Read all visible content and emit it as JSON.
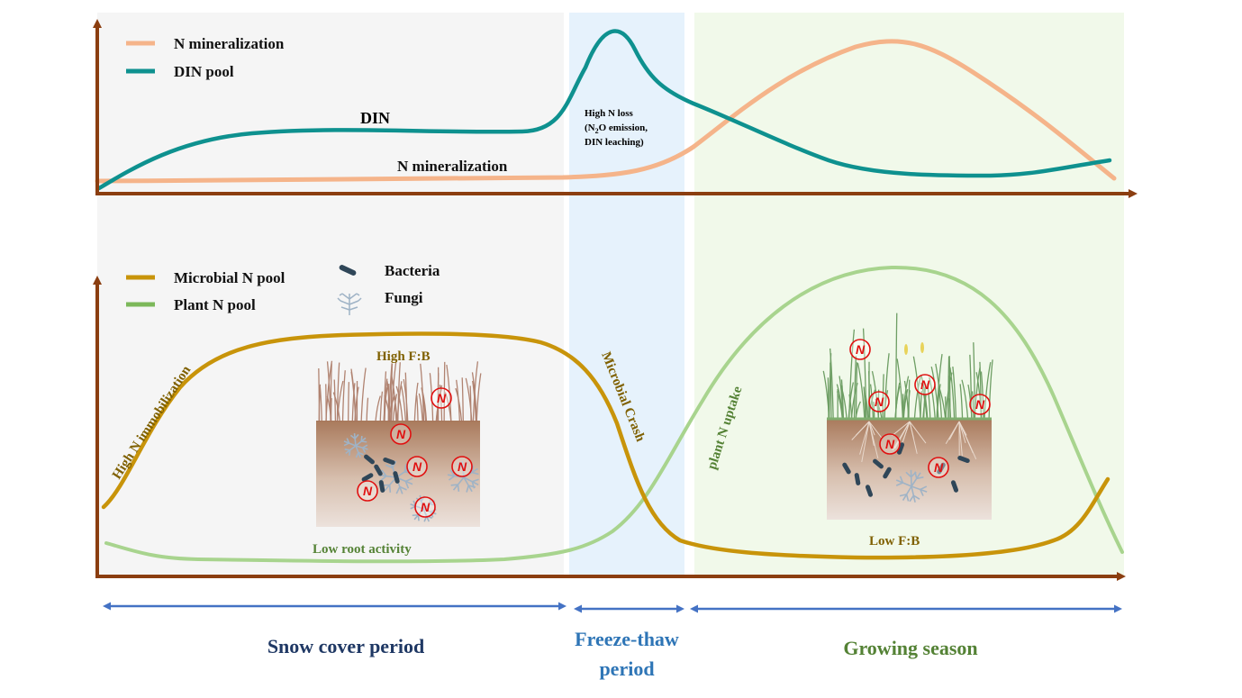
{
  "colors": {
    "axis": "#8b3e10",
    "n_mineralization": "#f5b48a",
    "din_pool": "#0e918f",
    "microbial_n_pool": "#c8940a",
    "plant_n_pool": "#a8d48e",
    "snow_bg": "#f5f5f5",
    "freeze_bg": "#e6f2fc",
    "growing_bg": "#f1f9ea",
    "period_arrow": "#4472c4",
    "snow_label": "#1f3864",
    "freeze_label": "#2e75b6",
    "growing_label": "#548235",
    "annotation_brown": "#7f6000",
    "annotation_green": "#548235",
    "n_marker": "#e01010"
  },
  "top_panel": {
    "legend": [
      {
        "label": "N mineralization",
        "series": "n_mineralization"
      },
      {
        "label": "DIN pool",
        "series": "din_pool"
      }
    ],
    "annotations": {
      "din": "DIN",
      "n_mineralization": "N mineralization",
      "high_n_loss_line1": "High N loss",
      "high_n_loss_line2_pre": "(N",
      "high_n_loss_line2_sub": "2",
      "high_n_loss_line2_post": "O  emission,",
      "high_n_loss_line3": "DIN leaching)"
    }
  },
  "bottom_panel": {
    "legend": [
      {
        "label": "Microbial N pool",
        "series": "microbial_n_pool"
      },
      {
        "label": "Plant  N pool",
        "series": "plant_n_pool"
      }
    ],
    "organism_legend": [
      {
        "label": "Bacteria",
        "icon": "bacteria-icon"
      },
      {
        "label": "Fungi",
        "icon": "fungi-icon"
      }
    ],
    "annotations": {
      "high_n_immobilization": "High N immobilization",
      "high_fb": "High F:B",
      "microbial_crash": "Microbial Crash",
      "plant_n_uptake": "plant N uptake",
      "low_root_activity": "Low root activity",
      "low_fb": "Low F:B"
    },
    "n_marker_label": "N"
  },
  "periods": [
    {
      "label_line1": "Snow cover period",
      "label_line2": ""
    },
    {
      "label_line1": "Freeze-thaw",
      "label_line2": "period"
    },
    {
      "label_line1": "Growing season",
      "label_line2": ""
    }
  ]
}
